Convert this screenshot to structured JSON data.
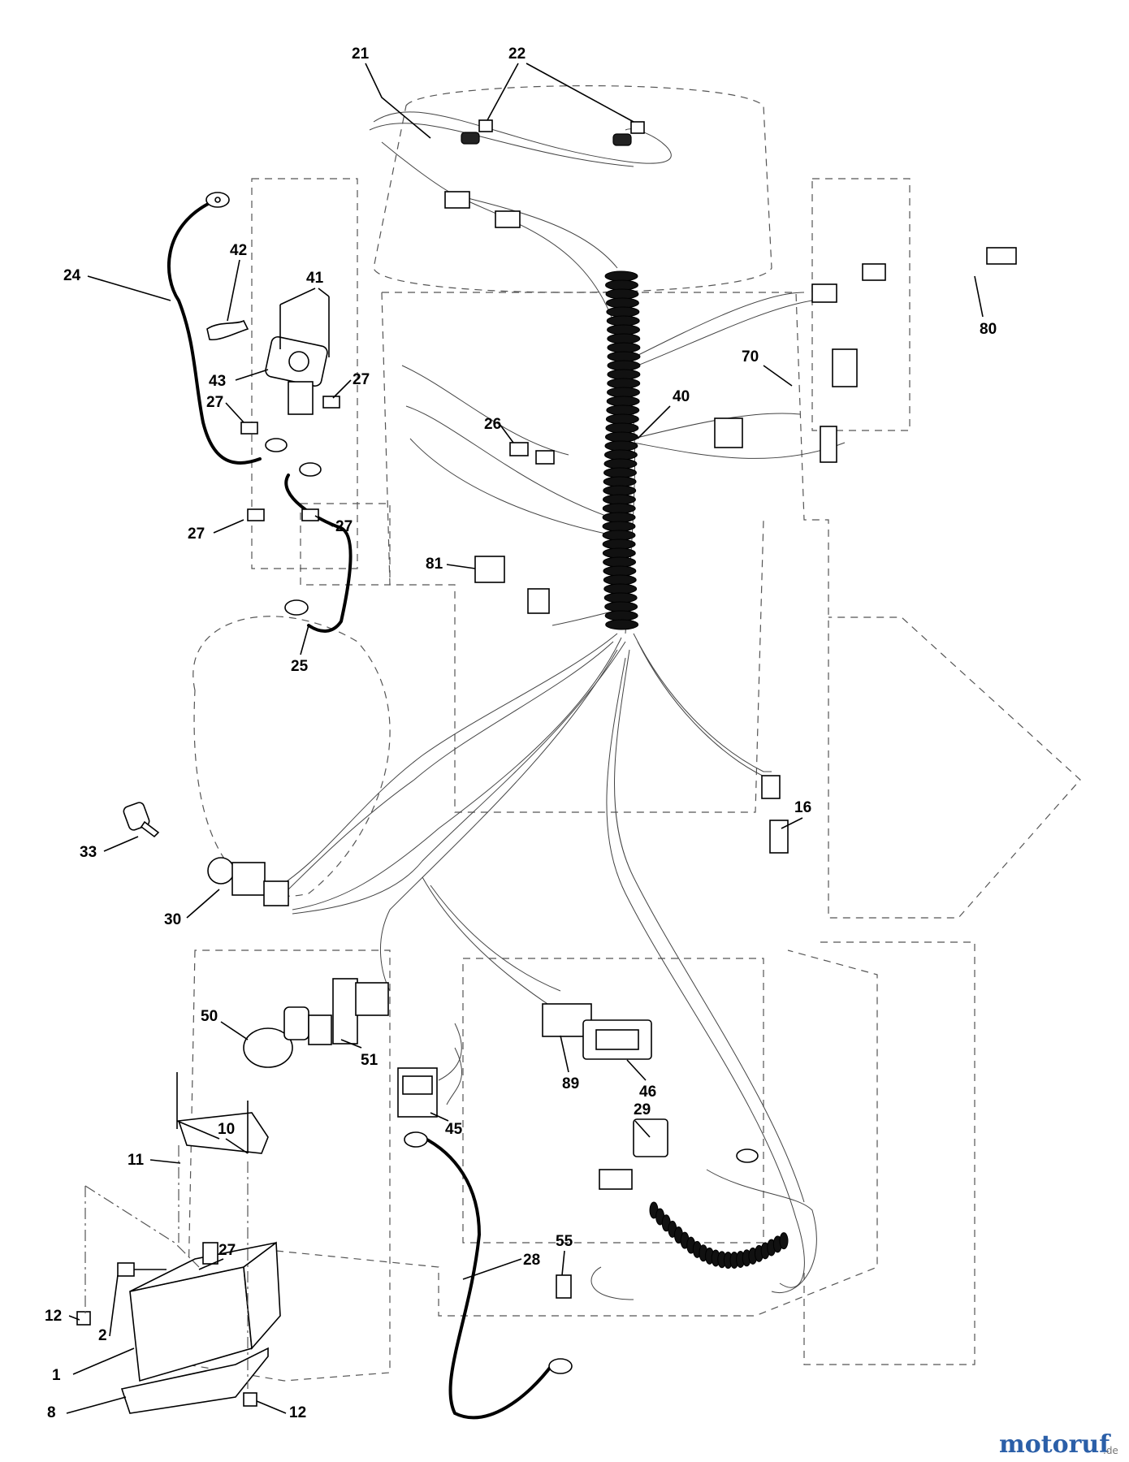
{
  "callouts": [
    {
      "id": "c21",
      "label": "21"
    },
    {
      "id": "c22",
      "label": "22"
    },
    {
      "id": "c24",
      "label": "24"
    },
    {
      "id": "c42",
      "label": "42"
    },
    {
      "id": "c41",
      "label": "41"
    },
    {
      "id": "c43",
      "label": "43"
    },
    {
      "id": "c27a",
      "label": "27"
    },
    {
      "id": "c27b",
      "label": "27"
    },
    {
      "id": "c27c",
      "label": "27"
    },
    {
      "id": "c27d",
      "label": "27"
    },
    {
      "id": "c27e",
      "label": "27"
    },
    {
      "id": "c25",
      "label": "25"
    },
    {
      "id": "c26",
      "label": "26"
    },
    {
      "id": "c40",
      "label": "40"
    },
    {
      "id": "c80",
      "label": "80"
    },
    {
      "id": "c70",
      "label": "70"
    },
    {
      "id": "c81",
      "label": "81"
    },
    {
      "id": "c16",
      "label": "16"
    },
    {
      "id": "c33",
      "label": "33"
    },
    {
      "id": "c30",
      "label": "30"
    },
    {
      "id": "c50",
      "label": "50"
    },
    {
      "id": "c51",
      "label": "51"
    },
    {
      "id": "c89",
      "label": "89"
    },
    {
      "id": "c46",
      "label": "46"
    },
    {
      "id": "c45",
      "label": "45"
    },
    {
      "id": "c29",
      "label": "29"
    },
    {
      "id": "c10",
      "label": "10"
    },
    {
      "id": "c11",
      "label": "11"
    },
    {
      "id": "c55",
      "label": "55"
    },
    {
      "id": "c28",
      "label": "28"
    },
    {
      "id": "c12a",
      "label": "12"
    },
    {
      "id": "c12b",
      "label": "12"
    },
    {
      "id": "c2",
      "label": "2"
    },
    {
      "id": "c1",
      "label": "1"
    },
    {
      "id": "c8",
      "label": "8"
    }
  ],
  "watermark": {
    "brand_main": "motoruf",
    "brand_suffix": ".de"
  },
  "colors": {
    "ink": "#000000",
    "ghost": "#555555",
    "brand_blue": "#2b5fa8",
    "brand_orange": "#e07a1f"
  }
}
